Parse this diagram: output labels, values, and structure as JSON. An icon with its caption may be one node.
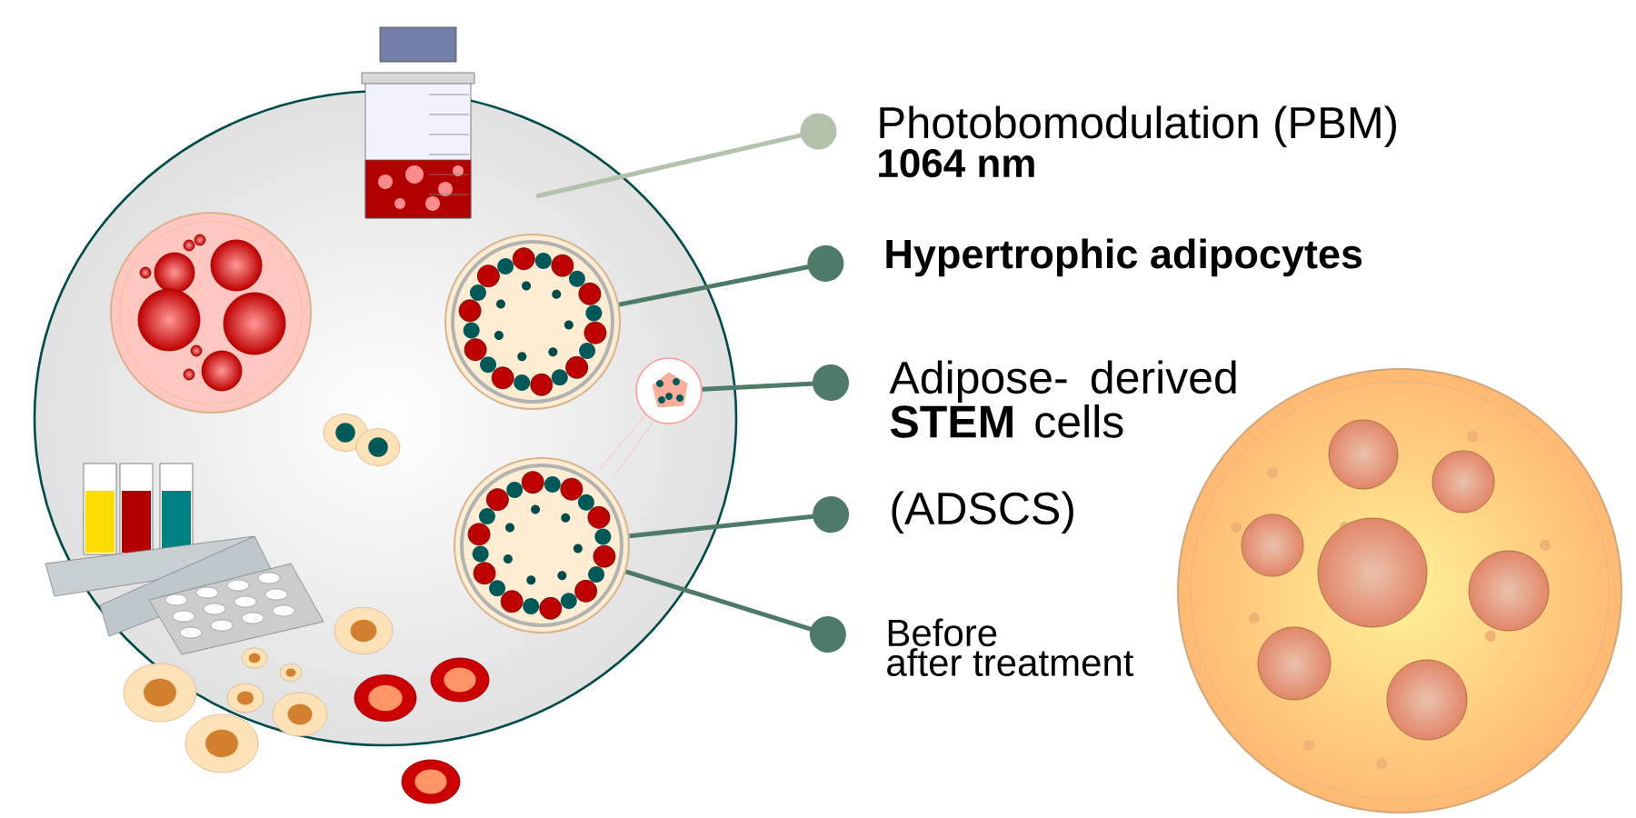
{
  "diagram": {
    "nodes": [
      {
        "text": [
          "Photobomodulation (PBM)",
          "1064 nm"
        ]
      },
      {
        "text": [
          "Hypertrophic adipocytes"
        ]
      },
      {
        "text": [
          "Adipose- derived **STEM** cells"
        ]
      },
      {
        "text": [
          "(ADSCS)"
        ]
      },
      {
        "text": [
          "Before",
          "after treatment"
        ]
      },
      {
        "text": [],
        "shape": "picture"
      },
      {
        "text": [],
        "shape": "picture"
      },
      {
        "text": [],
        "shape": "picture"
      }
    ],
    "edges": [
      {
        "from": 0,
        "to": null,
        "arrow": "other",
        "color": "#b3c2ab"
      },
      {
        "from": 1,
        "to": 5,
        "arrow": "other"
      },
      {
        "from": 2,
        "to": 6,
        "arrow": "other"
      },
      {
        "from": 3,
        "to": 7,
        "arrow": "other"
      },
      {
        "from": 4,
        "to": 7,
        "arrow": "other"
      }
    ]
  }
}
